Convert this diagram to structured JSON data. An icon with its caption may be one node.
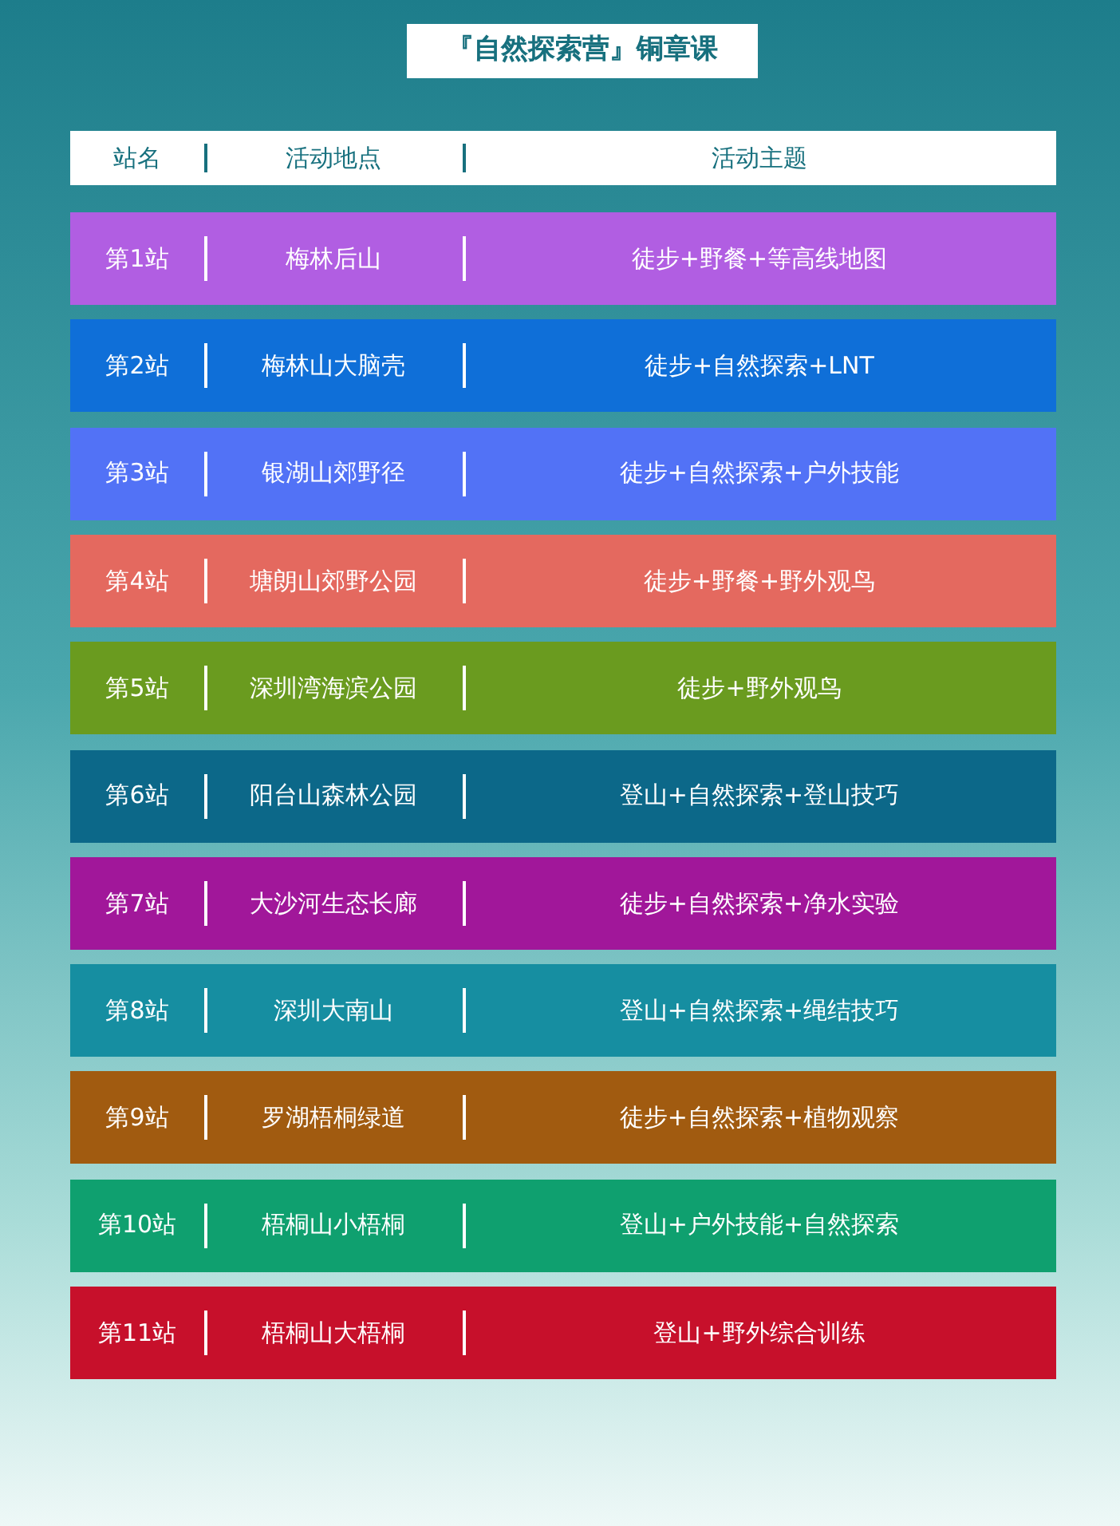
{
  "diagram": {
    "title": "『自然探索营』铜章课",
    "nodes": [
      {
        "text": [
          "站名",
          "活动地点",
          "活动主题"
        ]
      },
      {
        "text": [
          "第1站",
          "梅林后山",
          "徒步+野餐+等高线地图"
        ]
      },
      {
        "text": [
          "第2站",
          "梅林山大脑壳",
          "徒步+自然探索+LNT"
        ]
      },
      {
        "text": [
          "第3站",
          "银湖山郊野径",
          "徒步+自然探索+户外技能"
        ]
      },
      {
        "text": [
          "第4站",
          "塘朗山郊野公园",
          "徒步+野餐+野外观鸟"
        ]
      },
      {
        "text": [
          "第5站",
          "深圳湾海滨公园",
          "徒步+野外观鸟"
        ]
      },
      {
        "text": [
          "第6站",
          "阳台山森林公园",
          "登山+自然探索+登山技巧"
        ]
      },
      {
        "text": [
          "第7站",
          "大沙河生态长廊",
          "徒步+自然探索+净水实验"
        ]
      },
      {
        "text": [
          "第8站",
          "深圳大南山",
          "登山+自然探索+绳结技巧"
        ]
      },
      {
        "text": [
          "第9站",
          "罗湖梧桐绿道",
          "徒步+自然探索+植物观察"
        ]
      },
      {
        "text": [
          "第10站",
          "梧桐山小梧桐",
          "登山+户外技能+自然探索"
        ]
      },
      {
        "text": [
          "第11站",
          "梧桐山大梧桐",
          "登山+野外综合训练"
        ]
      }
    ]
  }
}
